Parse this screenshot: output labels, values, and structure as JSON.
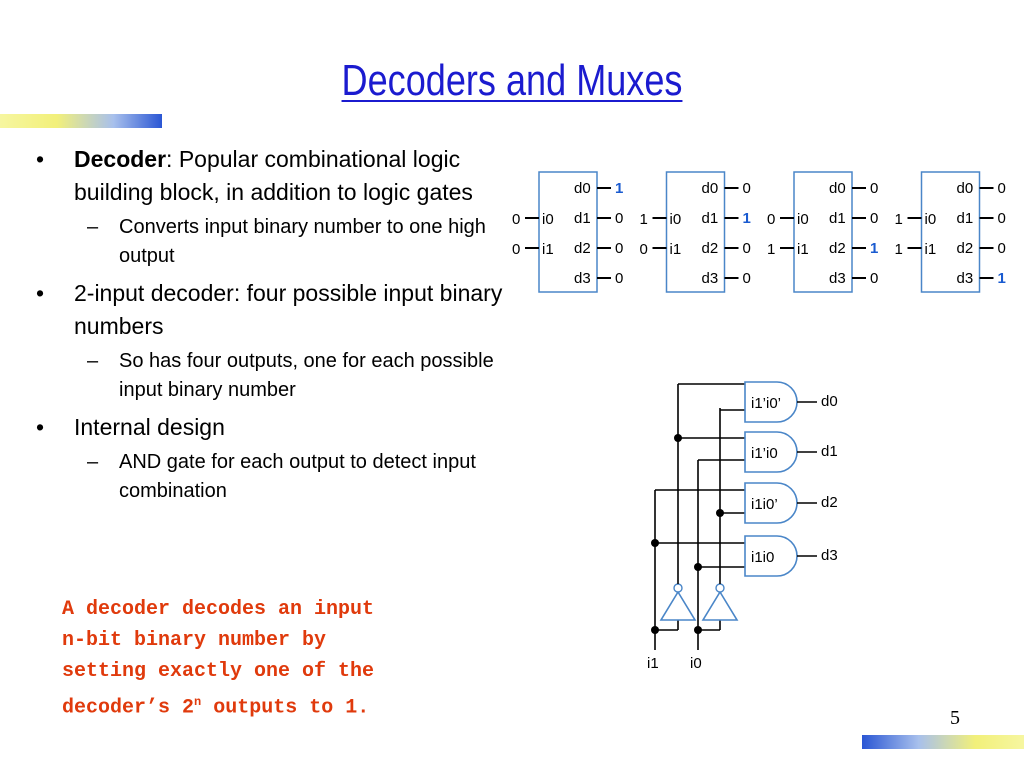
{
  "slide": {
    "title": "Decoders and Muxes",
    "page_number": "5"
  },
  "bullets": [
    {
      "bold": "Decoder",
      "text": ": Popular combinational logic building block, in addition to logic gates",
      "sub": [
        "Converts input binary number to one high output"
      ]
    },
    {
      "bold": "",
      "text": "2-input decoder: four possible input binary numbers",
      "sub": [
        "So has four outputs, one for each possible input binary number"
      ]
    },
    {
      "bold": "",
      "text": "Internal design",
      "sub": [
        "AND gate for each output to detect input combination"
      ]
    }
  ],
  "note": {
    "line1": "A decoder decodes an input",
    "line2": "n-bit binary number by",
    "line3": "setting exactly one of the",
    "line4_prefix": "decoder’s 2",
    "line4_sup": "n",
    "line4_suffix": " outputs to 1."
  },
  "decoder_examples": {
    "input_labels": [
      "i0",
      "i1"
    ],
    "output_labels": [
      "d0",
      "d1",
      "d2",
      "d3"
    ],
    "examples": [
      {
        "inputs": [
          "0",
          "0"
        ],
        "outputs": [
          "1",
          "0",
          "0",
          "0"
        ],
        "active": 0
      },
      {
        "inputs": [
          "1",
          "0"
        ],
        "outputs": [
          "0",
          "1",
          "0",
          "0"
        ],
        "active": 1
      },
      {
        "inputs": [
          "0",
          "1"
        ],
        "outputs": [
          "0",
          "0",
          "1",
          "0"
        ],
        "active": 2
      },
      {
        "inputs": [
          "1",
          "1"
        ],
        "outputs": [
          "0",
          "0",
          "0",
          "1"
        ],
        "active": 3
      }
    ]
  },
  "internal_circuit": {
    "gates": [
      "i1’i0’",
      "i1’i0",
      "i1i0’",
      "i1i0"
    ],
    "outputs": [
      "d0",
      "d1",
      "d2",
      "d3"
    ],
    "inputs": [
      "i1",
      "i0"
    ]
  },
  "colors": {
    "title": "#1b1bcf",
    "note": "#e03a0c",
    "diagram_blue": "#4a86c8",
    "highlight": "#1a5bd0"
  }
}
